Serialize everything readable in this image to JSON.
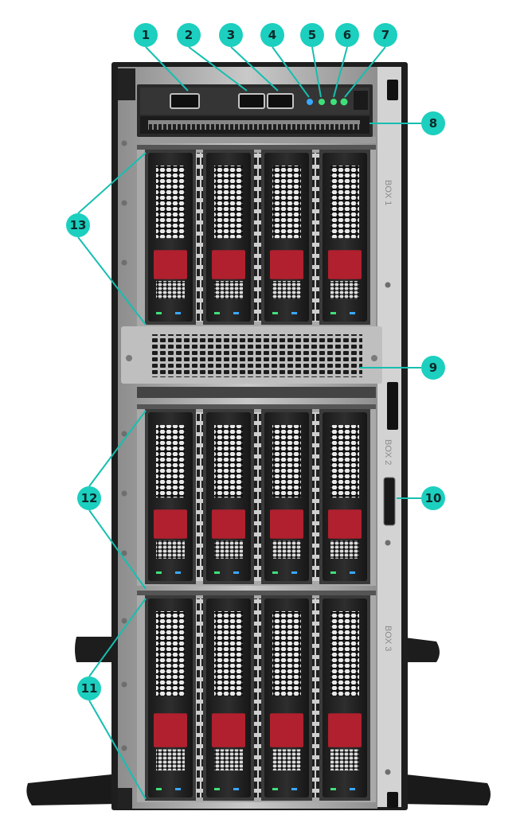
{
  "figure": {
    "subject": "Tower server front panel",
    "bays": {
      "boxes": [
        {
          "label": "BOX 1",
          "drives": 4
        },
        {
          "label": "BOX 2",
          "drives": 4
        },
        {
          "label": "BOX 3",
          "drives": 4
        }
      ]
    },
    "colors": {
      "callout": "#1ccfbf",
      "callout_text": "#0b2a2a",
      "leader": "#16bfb0",
      "drive_latch": "#b0202e",
      "led_green": "#3fe07a",
      "led_blue": "#39a8ff",
      "chassis": "#b9b9b9",
      "bezel": "#2a2a2a"
    }
  },
  "callouts": [
    {
      "number": "1"
    },
    {
      "number": "2"
    },
    {
      "number": "3"
    },
    {
      "number": "4"
    },
    {
      "number": "5"
    },
    {
      "number": "6"
    },
    {
      "number": "7"
    },
    {
      "number": "8"
    },
    {
      "number": "9"
    },
    {
      "number": "10"
    },
    {
      "number": "11"
    },
    {
      "number": "12"
    },
    {
      "number": "13"
    }
  ]
}
